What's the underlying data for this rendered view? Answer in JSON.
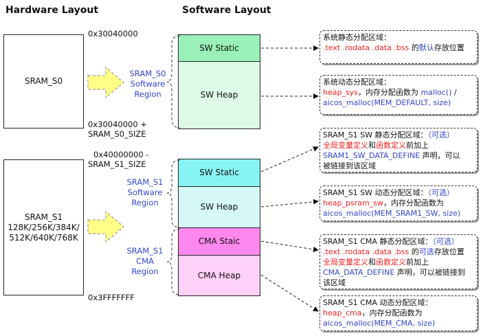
{
  "titles": {
    "hardware": "Hardware Layout",
    "software": "Software Layout"
  },
  "hw": {
    "s0_label": "SRAM_S0",
    "s1_label": [
      "SRAM_S1",
      "128K/256K/384K/",
      "512K/640K/768K"
    ],
    "addr_s0_start": "0x30040000",
    "addr_s0_end": [
      "0x30040000 +",
      "SRAM_S0_SIZE"
    ],
    "addr_s1_start": [
      "0x40000000 -",
      "SRAM_S1_SIZE"
    ],
    "addr_s1_end": "0x3FFFFFFF"
  },
  "regions": {
    "s0": [
      "SRAM_S0",
      "Software",
      "Region"
    ],
    "s1sw": [
      "SRAM_S1",
      "Software",
      "Region"
    ],
    "s1cma": [
      "SRAM_S1",
      "CMA",
      "Region"
    ]
  },
  "blocks": {
    "sw_static_s0": "SW Static",
    "sw_heap_s0": "SW Heap",
    "sw_static_s1": "SW Static",
    "sw_heap_s1": "SW Heap",
    "cma_static": "CMA Staic",
    "cma_heap": "CMA Heap"
  },
  "colors": {
    "sw_static_s0": "#99f0b8",
    "sw_heap_s0": "#dff9e8",
    "sw_static_s1": "#88f4f4",
    "sw_heap_s1": "#d6f8f8",
    "cma_static": "#ff88ee",
    "cma_heap": "#ffd0f8",
    "arrow_fill": "#ffff88"
  },
  "notes": {
    "n1": {
      "l1": "系统静态分配区域：",
      "l2a": ".text .rodata .data .bss",
      "l2b": " 的",
      "l2c": "默认",
      "l2d": "存放位置"
    },
    "n2": {
      "l1": "系统动态分配区域：",
      "l2a": "heap_sys",
      "l2b": "，内存分配函数为 ",
      "l2c": "malloc()",
      "l2d": " /",
      "l3": "aicos_malloc(MEM_DEFAULT, size)"
    },
    "n3": {
      "l1a": "SRAM_S1 SW 静态分配区域：",
      "l1b": "（可选）",
      "l2a": "全局变量定义",
      "l2b": "和",
      "l2c": "函数定义",
      "l2d": "前加上",
      "l3a": "SRAM1_SW_DATA_DEFINE",
      "l3b": " 声明，可以",
      "l4": "被链接到该区域"
    },
    "n4": {
      "l1a": "SRAM_S1 SW 动态分配区域：",
      "l1b": "（可选）",
      "l2a": "heap_psram_sw",
      "l2b": "，内存分配函数为",
      "l3": " aicos_malloc(MEM_SRAM1_SW, size)"
    },
    "n5": {
      "l1a": "SRAM_S1 CMA 静态分配区域：",
      "l1b": "（可选）",
      "l2a": ".text .rodata .data .bss",
      "l2b": " 的",
      "l2c": "可选",
      "l2d": "存放位置",
      "l3a": "全局变量定义",
      "l3b": "和",
      "l3c": "函数定义",
      "l3d": "前加上",
      "l4a": "CMA_DATA_DEFINE",
      "l4b": " 声明，可以被链接到",
      "l5": "该区域"
    },
    "n6": {
      "l1": "SRAM_S1 CMA 动态分配区域：",
      "l2a": "heap_cma",
      "l2b": "，内存分配函数为",
      "l3": "aicos_malloc(MEM_CMA, size)"
    }
  }
}
